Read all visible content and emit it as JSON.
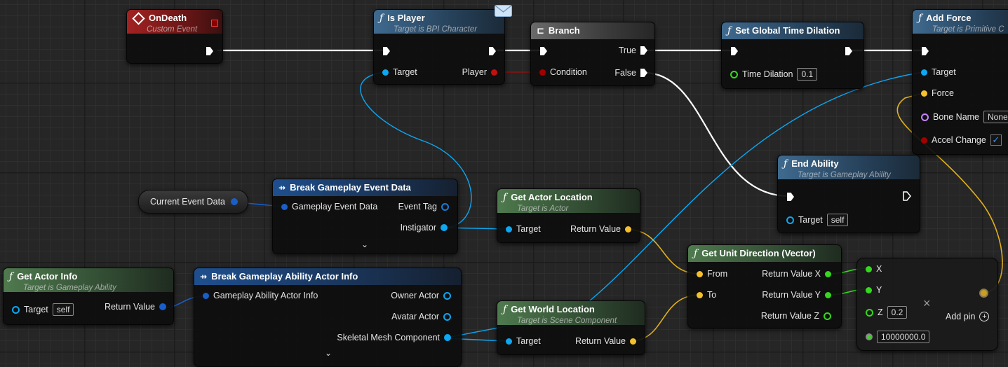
{
  "nodes": {
    "on_death": {
      "title": "OnDeath",
      "subtitle": "Custom Event"
    },
    "is_player": {
      "title": "Is Player",
      "subtitle": "Target is BPI Character",
      "pins": {
        "target": "Target",
        "player": "Player"
      }
    },
    "branch": {
      "title": "Branch",
      "pins": {
        "condition": "Condition",
        "true": "True",
        "false": "False"
      }
    },
    "set_time_dilation": {
      "title": "Set Global Time Dilation",
      "pins": {
        "time_dilation": "Time Dilation"
      },
      "time_dilation_value": "0.1"
    },
    "add_force": {
      "title": "Add Force",
      "subtitle": "Target is Primitive C",
      "pins": {
        "target": "Target",
        "force": "Force",
        "bone_name": "Bone Name",
        "accel_change": "Accel Change"
      },
      "bone_name_value": "None",
      "accel_change_checked": true
    },
    "end_ability": {
      "title": "End Ability",
      "subtitle": "Target is Gameplay Ability",
      "pins": {
        "target": "Target"
      },
      "target_value": "self"
    },
    "current_event_data": {
      "label": "Current Event Data"
    },
    "break_event_data": {
      "title": "Break Gameplay Event Data",
      "pins": {
        "gameplay_event_data": "Gameplay Event Data",
        "event_tag": "Event Tag",
        "instigator": "Instigator"
      }
    },
    "get_actor_location": {
      "title": "Get Actor Location",
      "subtitle": "Target is Actor",
      "pins": {
        "target": "Target",
        "return_value": "Return Value"
      }
    },
    "get_actor_info": {
      "title": "Get Actor Info",
      "subtitle": "Target is Gameplay Ability",
      "pins": {
        "target": "Target",
        "return_value": "Return Value"
      },
      "target_value": "self"
    },
    "break_actor_info": {
      "title": "Break Gameplay Ability Actor Info",
      "pins": {
        "actor_info": "Gameplay Ability Actor Info",
        "owner_actor": "Owner Actor",
        "avatar_actor": "Avatar Actor",
        "skeletal_mesh": "Skeletal Mesh Component"
      }
    },
    "get_world_location": {
      "title": "Get World Location",
      "subtitle": "Target is Scene Component",
      "pins": {
        "target": "Target",
        "return_value": "Return Value"
      }
    },
    "get_unit_direction": {
      "title": "Get Unit Direction (Vector)",
      "pins": {
        "from": "From",
        "to": "To",
        "rx": "Return Value X",
        "ry": "Return Value Y",
        "rz": "Return Value Z"
      }
    },
    "make_vector_mult": {
      "pins": {
        "x": "X",
        "y": "Y",
        "z": "Z",
        "add_pin": "Add pin"
      },
      "z_value": "0.2",
      "scalar_value": "10000000.0"
    }
  },
  "pin_colors": {
    "exec": "#ffffff",
    "object": "#0da7f2",
    "bool": "#a20000",
    "float": "#35d81e",
    "vector": "#f5c02a",
    "name": "#c983ff",
    "struct": "#1060d8",
    "tag": "#1a7bd6"
  },
  "icons": [
    "event-diamond-icon",
    "function-icon",
    "branch-icon",
    "break-struct-icon",
    "message-envelope-icon",
    "multiply-x-icon",
    "add-pin-icon",
    "expand-chevron-icon"
  ]
}
